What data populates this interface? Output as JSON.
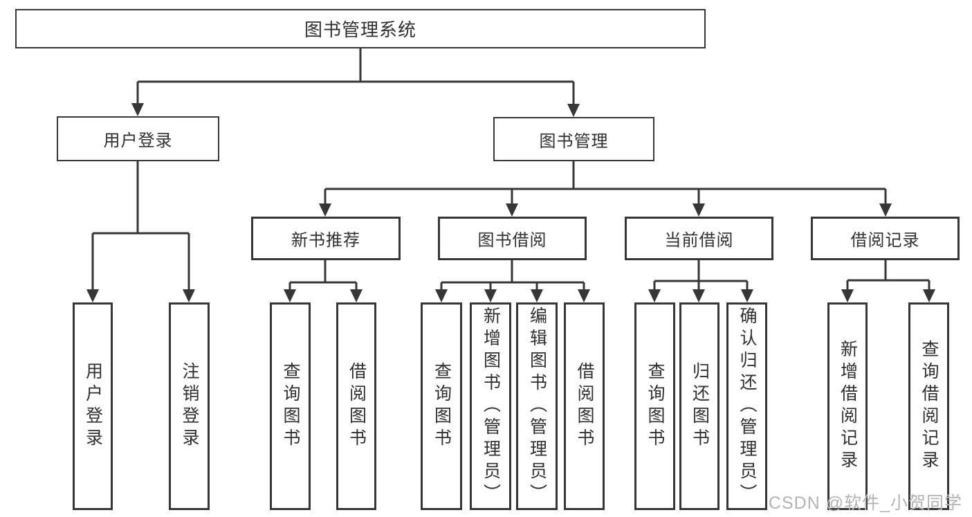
{
  "tree": {
    "root": {
      "label": "图书管理系统"
    },
    "children": [
      {
        "label": "用户登录",
        "children": [
          {
            "label": "用户登录"
          },
          {
            "label": "注销登录"
          }
        ]
      },
      {
        "label": "图书管理",
        "children": [
          {
            "label": "新书推荐",
            "children": [
              {
                "label": "查询图书"
              },
              {
                "label": "借阅图书"
              }
            ]
          },
          {
            "label": "图书借阅",
            "children": [
              {
                "label": "查询图书"
              },
              {
                "label": "新增图书（管理员）"
              },
              {
                "label": "编辑图书（管理员）"
              },
              {
                "label": "借阅图书"
              }
            ]
          },
          {
            "label": "当前借阅",
            "children": [
              {
                "label": "查询图书"
              },
              {
                "label": "归还图书"
              },
              {
                "label": "确认归还（管理员）"
              }
            ]
          },
          {
            "label": "借阅记录",
            "children": [
              {
                "label": "新增借阅记录"
              },
              {
                "label": "查询借阅记录"
              }
            ]
          }
        ]
      }
    ]
  },
  "watermark": {
    "text": "CSDN @软件_小贺同学"
  },
  "colors": {
    "line": "#363636",
    "text": "#2f2f2f",
    "watermark": "#b5b3b3",
    "background": "#ffffff"
  }
}
